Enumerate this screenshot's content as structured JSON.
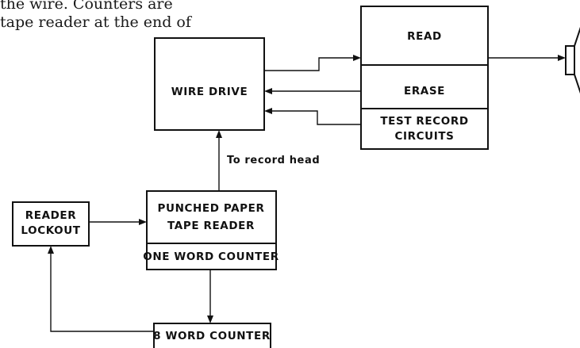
{
  "intro_text": {
    "line1": "the wire.  Counters are",
    "line2": "tape reader at the end of"
  },
  "blocks": {
    "wire_drive": "WIRE DRIVE",
    "read": "READ",
    "erase": "ERASE",
    "test_record_line1": "TEST RECORD",
    "test_record_line2": "CIRCUITS",
    "tape_reader_line1": "PUNCHED PAPER",
    "tape_reader_line2": "TAPE READER",
    "one_word_counter": "ONE WORD COUNTER",
    "reader_lockout_line1": "READER",
    "reader_lockout_line2": "LOCKOUT",
    "eight_word_counter": "8 WORD COUNTER"
  },
  "annotations": {
    "record_head": "To record head"
  },
  "colors": {
    "ink": "#111111",
    "paper": "#ffffff"
  }
}
